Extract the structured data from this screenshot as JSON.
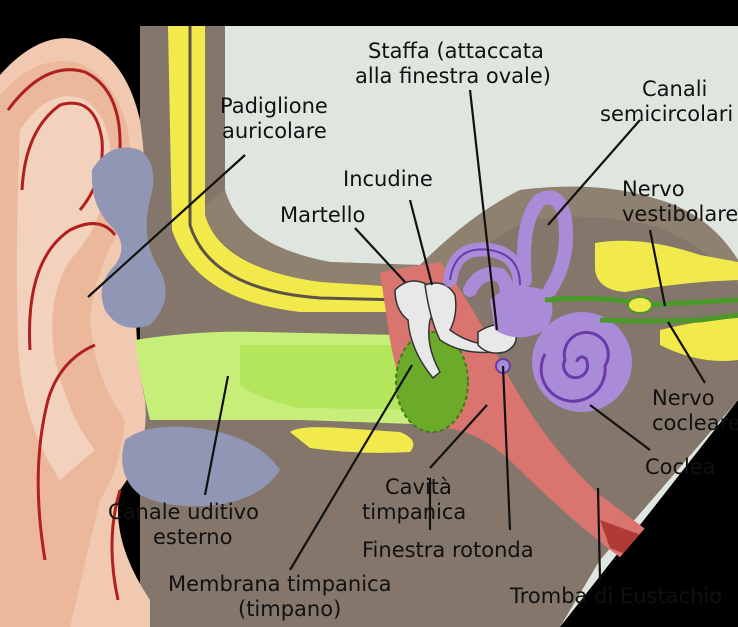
{
  "labels": {
    "padiglione": [
      "Padiglione",
      "auricolare"
    ],
    "staffa": [
      "Staffa (attaccata",
      "alla finestra ovale)"
    ],
    "canali": [
      "Canali",
      "semicircolari"
    ],
    "incudine": "Incudine",
    "martello": "Martello",
    "nervo_vest": [
      "Nervo",
      "vestibolare"
    ],
    "nervo_coc": [
      "Nervo",
      "cocleare"
    ],
    "coclea": "Coclea",
    "canale": [
      "Canale uditivo",
      "esterno"
    ],
    "cavita": [
      "Cavità",
      "timpanica"
    ],
    "finestra": "Finestra rotonda",
    "membrana": [
      "Membrana timpanica",
      "(timpano)"
    ],
    "tromba": "Tromba di Eustachio"
  },
  "colors": {
    "background": "#000000",
    "panel": "#dfe6df",
    "skin": "#f1c9b0",
    "skin_dark": "#e3a98c",
    "cartilage": "#9096b4",
    "bone": "#84766a",
    "bone_light": "#a8987e",
    "fat_yellow": "#f2ea4a",
    "canal_green": "#c8ee7a",
    "eardrum": "#6cab2a",
    "tube_red": "#d9756e",
    "labyrinth": "#a98bd8",
    "labyrinth_line": "#6a3aa8",
    "nerve_green": "#4a9a2a",
    "ossicle": "#e8e8e8"
  }
}
